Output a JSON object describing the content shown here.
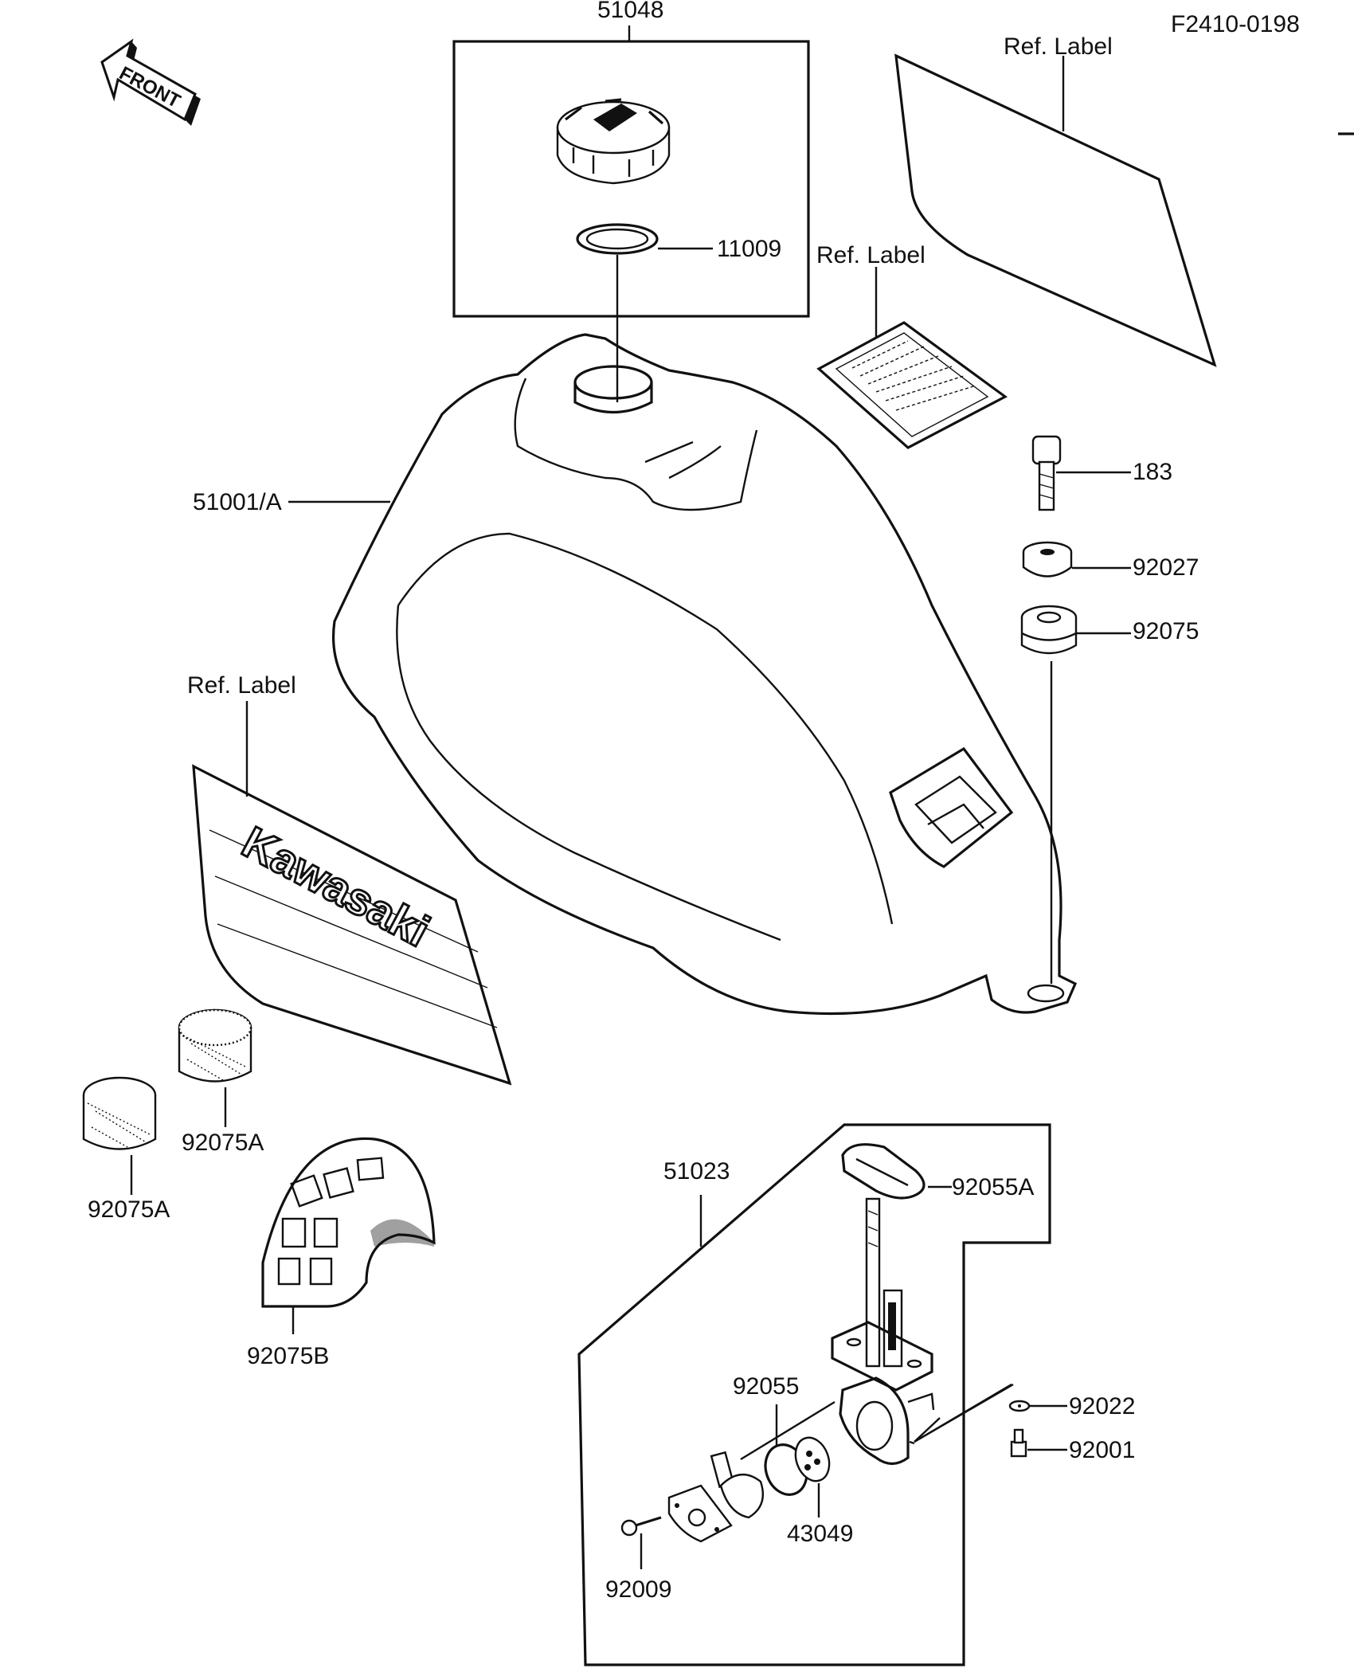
{
  "figure_code": "F2410-0198",
  "front_arrow_text": "FRONT",
  "logo_text": "Kawasaki",
  "labels": {
    "p51048": "51048",
    "p11009": "11009",
    "ref_label_top": "Ref.  Label",
    "ref_label_mid": "Ref.  Label",
    "ref_label_left": "Ref.  Label",
    "p183": "183",
    "p92027": "92027",
    "p92075": "92075",
    "p51001A": "51001/A",
    "p92075A_1": "92075A",
    "p92075A_2": "92075A",
    "p92075B": "92075B",
    "p51023": "51023",
    "p92055A": "92055A",
    "p92055": "92055",
    "p92022": "92022",
    "p92001": "92001",
    "p43049": "43049",
    "p92009": "92009"
  }
}
